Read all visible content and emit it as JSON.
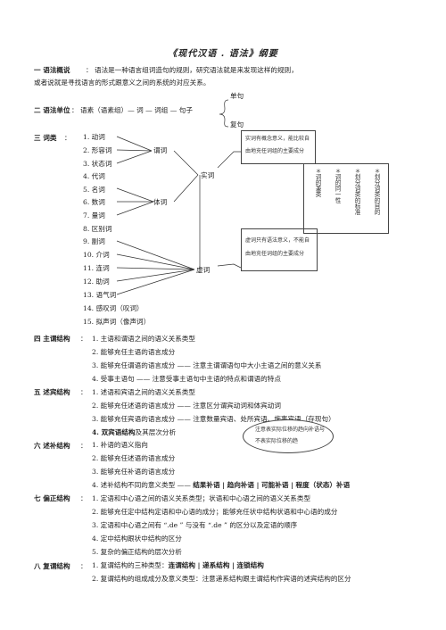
{
  "doc": {
    "title": "《现代汉语 . 语法》纲要",
    "s1": {
      "label": "一 语法概说",
      "colon": "：",
      "line1": "语法是一种语言组词造句的规则，研究语法就是来发现这样的规则，",
      "line2": "或者说就是寻找语言的形式跟意义之间的系统的对应关系。"
    },
    "s2": {
      "label": "二 语法单位",
      "colon": "：",
      "chain": "语素（语素组）— 词 — 词组 — 句子",
      "single": "单句",
      "complex": "复句"
    },
    "s3": {
      "label": "三 词类",
      "colon": "：",
      "items": [
        "1. 动词",
        "2. 形容词",
        "3. 状态词",
        "4. 代词",
        "5. 名词",
        "6. 数词",
        "7. 量词",
        "8. 区别词",
        "9. 副词",
        "10. 介词",
        "11. 连词",
        "12. 助词",
        "13. 语气词",
        "14. 感叹词（叹词）",
        "15. 拟声词（像声词）"
      ],
      "predicate": "谓词",
      "nominal": "体词",
      "content": "实词",
      "function": "虚词",
      "box1": [
        "实词有概念意义，能比较自",
        "由地充任词组的主要成分"
      ],
      "box2": [
        "虚词只有语法意义，不能自",
        "由地充任词组的主要成分"
      ],
      "vertical": [
        "＊划分词类的目的",
        "＊划分词类的标准",
        "＊词的同一性",
        "＊词的兼类"
      ]
    },
    "s4": {
      "label": "四 主谓结构",
      "colon": "：",
      "items": [
        "1. 主语和谓语之间的语义关系类型",
        "2. 能够充任主语的语言成分",
        "3. 能够充任谓语的语言成分 —— 注意主谓谓语句中大小主语之间的意义关系",
        "4. 受事主语句 —— 注意受事主语句中主语的特点和谓语的特点"
      ]
    },
    "s5": {
      "label": "五 述宾结构",
      "colon": "：",
      "items": [
        "1. 述语和宾语之间的语义关系类型",
        "2. 能够充任述语的语言成分 —— 注意区分谓宾动词和体宾动词",
        "3. 能够充任宾语的语言成分 —— 注意数量宾语、处所宾语、施事宾语（存现句）"
      ],
      "item4_bold": "4. 双宾语结构",
      "item4_rest": "及其层次分析"
    },
    "s6": {
      "label": "六 述补结构",
      "colon": "：",
      "items": [
        "1. 补语的语义指向",
        "2. 能够充任述语的语言成分",
        "3. 能够充任补语的语言成分"
      ],
      "item4_plain": "4. 述补结构不同的意义类型 ——",
      "item4_bold": "结果补语 | 趋向补语 | 可能补语 | 程度（状态）补语",
      "bubble": [
        "注意表实际位移的趋向补语与",
        "不表实际位移的趋"
      ]
    },
    "s7": {
      "label": "七 偏正结构",
      "colon": "：",
      "items": [
        "1. 定语和中心语之间的语义关系类型；状语和中心语之间的语义关系类型",
        "2. 能够充任定中结构定语和中心语的成分；能够充任状中结构状语和中心语的成分",
        "3. 定语和中心语之间有 “.de ” 与没有 “.de ” 的区分以及定语的顺序",
        "4. 定中结构跟状中结构的区分",
        "5. 复杂的偏正结构的层次分析"
      ]
    },
    "s8": {
      "label": "八 复谓结构",
      "colon": "：",
      "item1_plain": "1. 复谓结构的三种类型：",
      "item1_bold": "连谓结构 | 递系结构 | 连锁结构",
      "item2": "2. 复谓结构的组成成分及意义类型：注意递系结构跟主谓结构作宾语的述宾结构的区分"
    }
  }
}
